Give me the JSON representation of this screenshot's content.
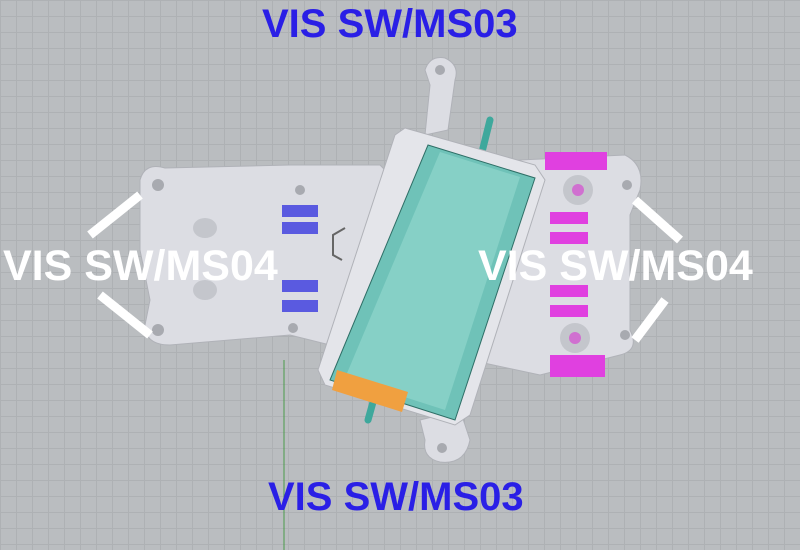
{
  "labels": {
    "top": "VIS SW/MS03",
    "bottom": "VIS SW/MS03",
    "left": "VIS SW/MS04",
    "right": "VIS SW/MS04"
  },
  "colors": {
    "annotation_blue": "#2a1fe6",
    "annotation_white": "#ffffff",
    "part_grey": "#dcdde3",
    "motor_teal": "#6fc2b8",
    "slot_blue": "#5a5ae0",
    "clip_magenta": "#e040e0",
    "pad_orange": "#f0a040",
    "background": "#babdc0"
  }
}
